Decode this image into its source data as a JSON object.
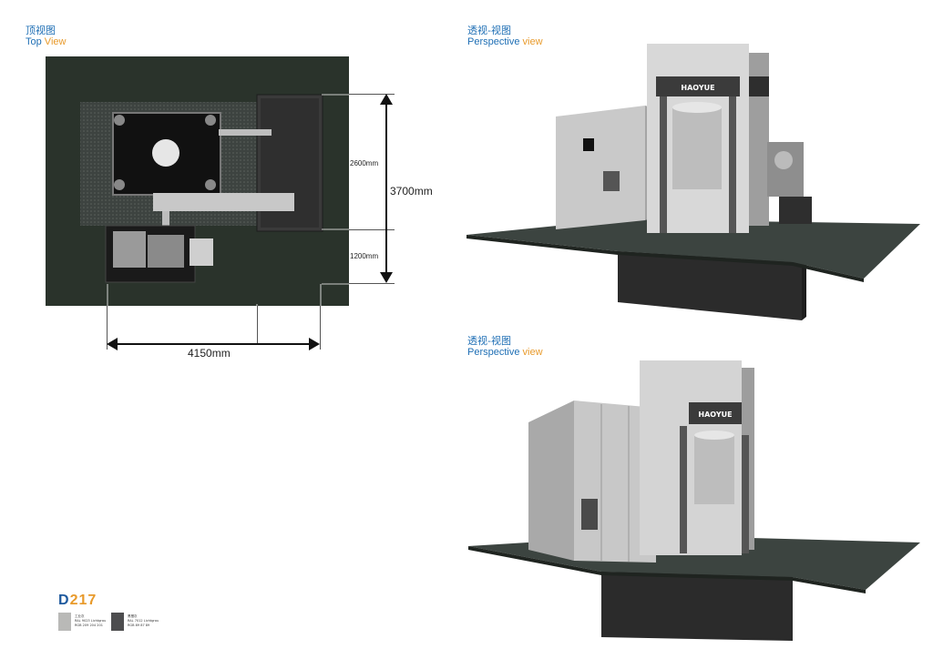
{
  "views": {
    "top": {
      "title_cn": "顶视图",
      "title_en_1": "Top",
      "title_en_2": " View"
    },
    "perspective_1": {
      "title_cn": "透视-视图",
      "title_en_1": "Perspective",
      "title_en_2": " view"
    },
    "perspective_2": {
      "title_cn": "透视-视图",
      "title_en_1": "Perspective",
      "title_en_2": " view"
    }
  },
  "dimensions": {
    "height_total": "3700mm",
    "height_upper": "2600mm",
    "height_lower": "1200mm",
    "width": "4150mm"
  },
  "brand": {
    "logo_text": "HAOYUE"
  },
  "model": {
    "letter": "D",
    "number": "217"
  },
  "swatches": [
    {
      "name": "工业灰",
      "ral": "RAL 9023 Lichtgrau",
      "rgb": "RGB 209 204 201",
      "color": "#b9b9b7"
    },
    {
      "name": "黑橙灰",
      "ral": "RAL 7012 Lichtgrau",
      "rgb": "RGB 89 87 89",
      "color": "#4d4d4f"
    }
  ],
  "colors": {
    "accent_blue": "#1f6fb5",
    "accent_orange": "#e89a2b",
    "floor_dark": "#2a332b"
  }
}
